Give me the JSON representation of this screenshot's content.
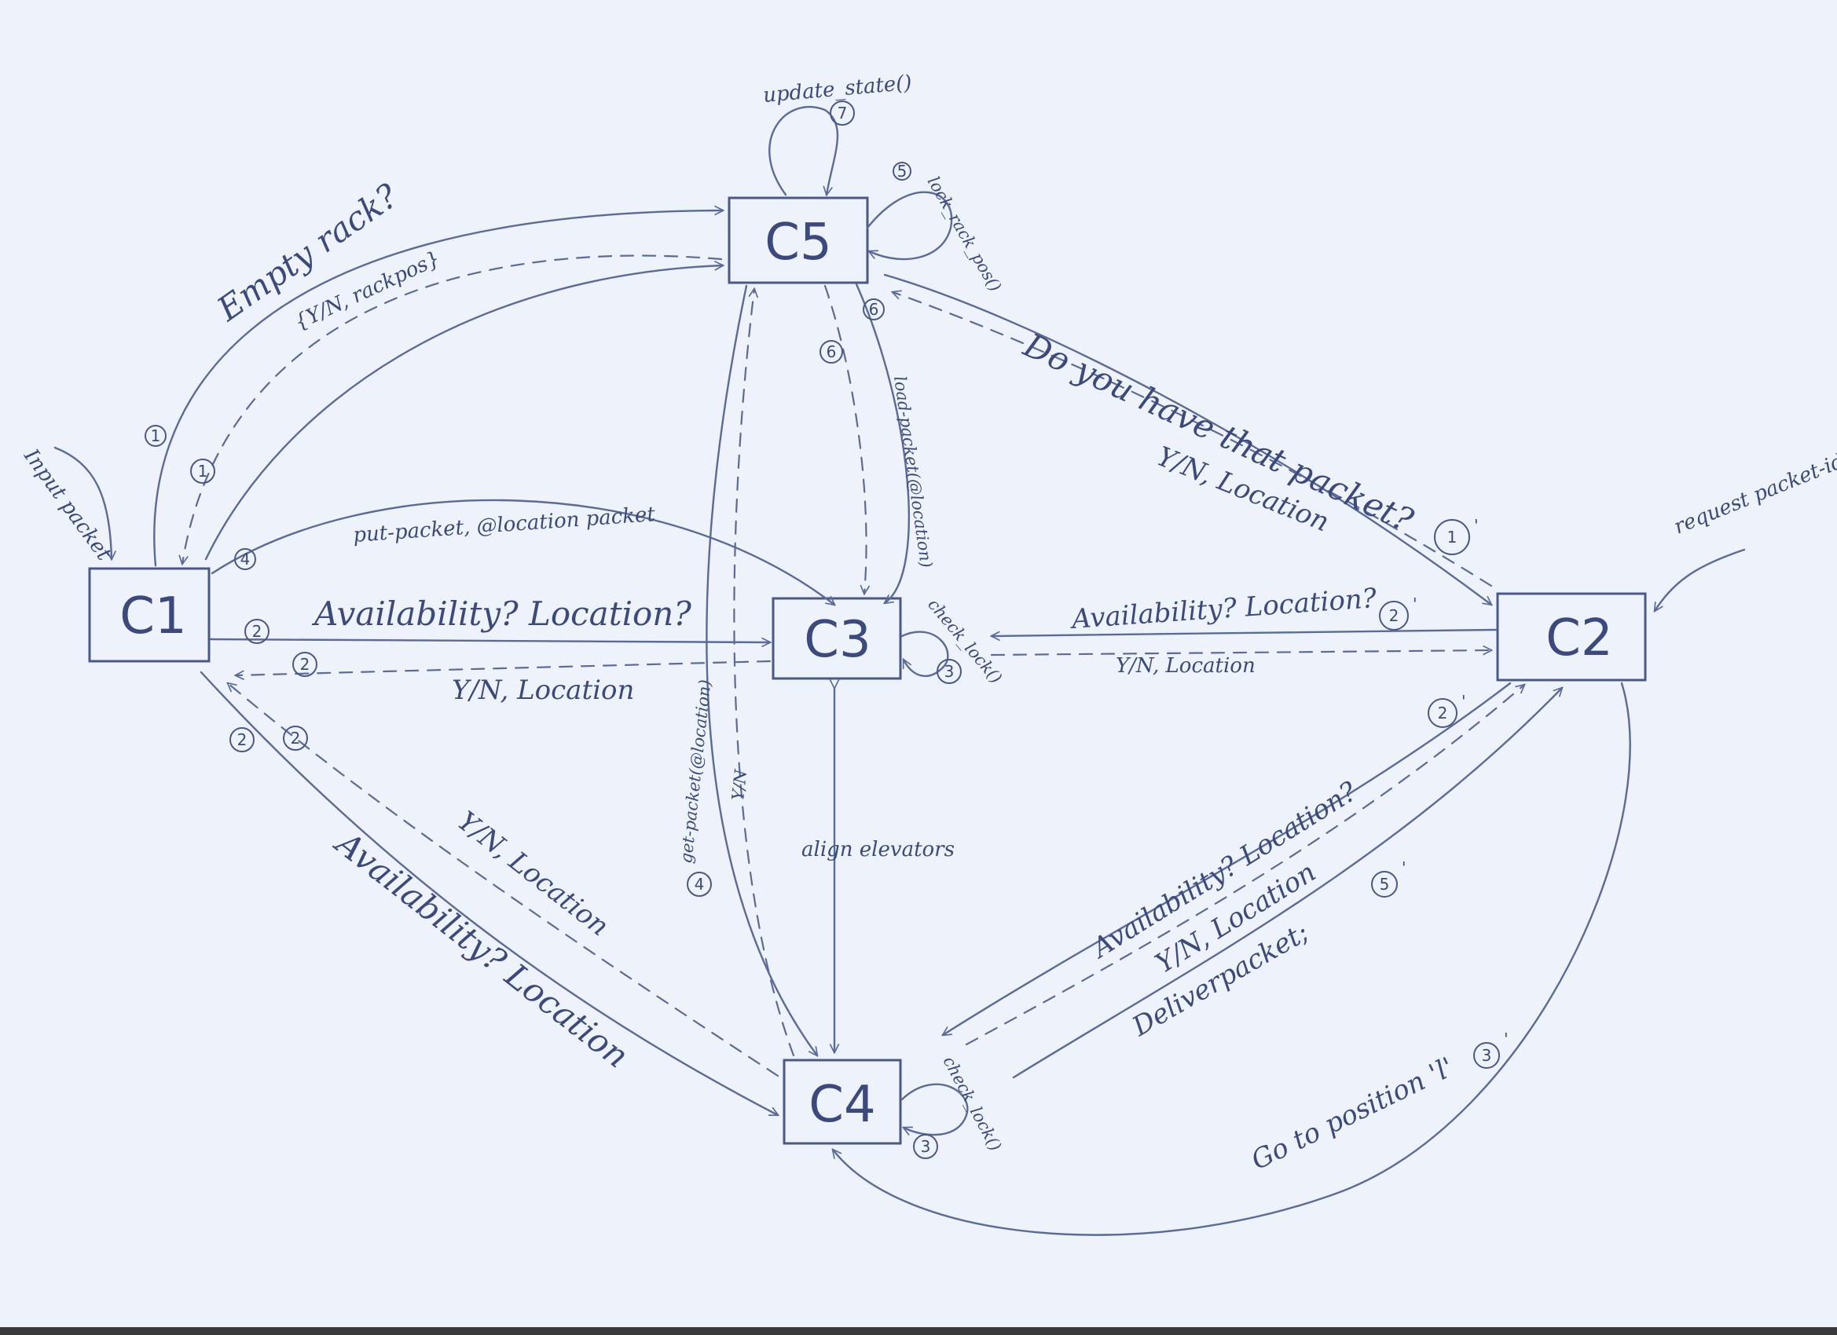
{
  "nodes": {
    "c1": "C1",
    "c2": "C2",
    "c3": "C3",
    "c4": "C4",
    "c5": "C5"
  },
  "labels": {
    "input_packet": "Input packet",
    "empty_rack": "Empty rack?",
    "yn_rackpos": "{Y/N, rackpos}",
    "put_packet": "put-packet, @location packet",
    "availability_c1_c3": "Availability? Location?",
    "yn_location_c3_c1": "Y/N, Location",
    "yn_location_c4_c1": "Y/N, Location",
    "availability_c1_c4": "Availability? Location",
    "update_state": "update_state()",
    "lock_rack_pos": "lock_rack_pos()",
    "load_packet": "load-packet(@location)",
    "check_lock_c3": "check_lock()",
    "get_packet": "get-packet(@location)",
    "yn_c4_c5": "Y/N",
    "align_elevators": "align elevators",
    "check_lock_c4": "check_lock()",
    "do_you_have": "Do you have that packet?",
    "yn_location_c5_c2": "Y/N, Location",
    "request_packet": "request packet-id",
    "availability_c2_c3": "Availability? Location?",
    "yn_location_c3_c2": "Y/N, Location",
    "availability_c2_c4": "Availability? Location?",
    "yn_location_c4_c2": "Y/N, Location",
    "deliver_packet": "Deliverpacket;",
    "go_to_position": "Go to position 'l'"
  },
  "step_numbers": {
    "s1a": "1",
    "s1b": "1",
    "s4a": "4",
    "s2a": "2",
    "s2b": "2",
    "s2c": "2",
    "s2d": "2",
    "s7": "7",
    "s5": "5",
    "s6a": "6",
    "s6b": "6",
    "s3a": "3",
    "s4b": "4",
    "s3b": "3",
    "s1p": "1",
    "s2p": "2",
    "s2p2": "2",
    "s5p": "5",
    "s3p": "3"
  },
  "primes": {
    "p1": "'",
    "p2": "'",
    "p3": "'",
    "p4": "'",
    "p5": "'"
  }
}
